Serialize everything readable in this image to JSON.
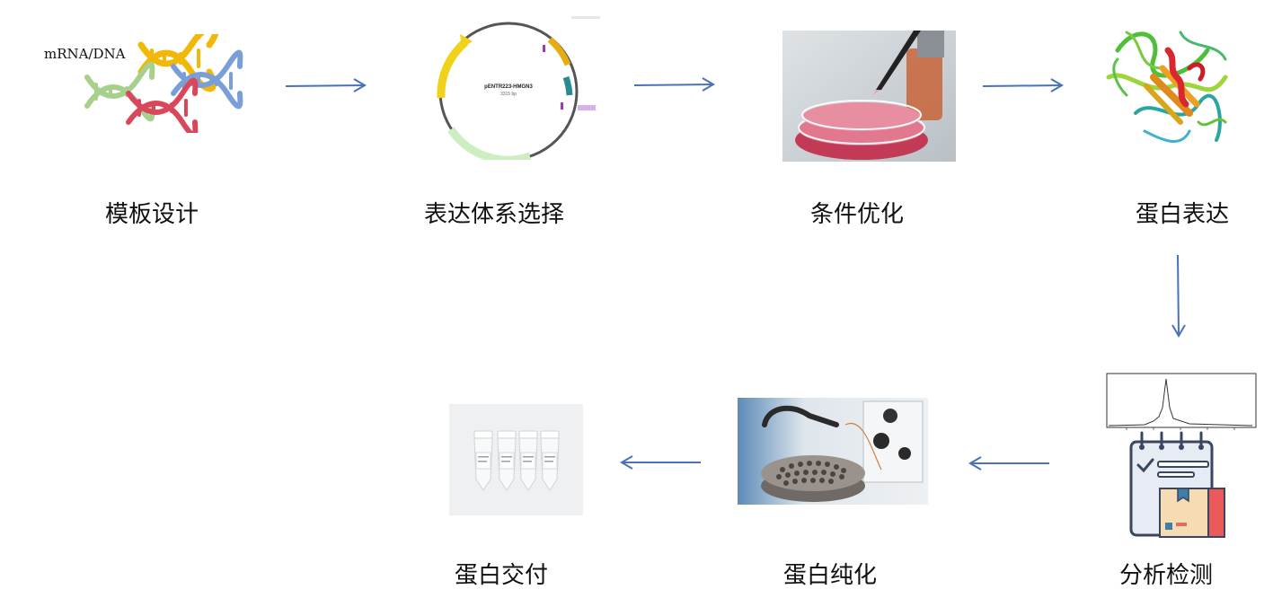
{
  "steps": {
    "template_design": {
      "label": "模板设计",
      "tag": "mRNA/DNA"
    },
    "expression_system": {
      "label": "表达体系选择",
      "plasmid_name": "pENTR223-HMGN3",
      "plasmid_size": "3315 bp"
    },
    "condition_optimization": {
      "label": "条件优化"
    },
    "protein_expression": {
      "label": "蛋白表达"
    },
    "analysis_detection": {
      "label": "分析检测"
    },
    "protein_purification": {
      "label": "蛋白纯化"
    },
    "protein_delivery": {
      "label": "蛋白交付"
    }
  },
  "colors": {
    "arrow": "#4a72b8",
    "dna_yellow": "#f2b807",
    "dna_blue": "#7a9fd8",
    "dna_green": "#a6d08c",
    "dna_red": "#d9475a"
  }
}
